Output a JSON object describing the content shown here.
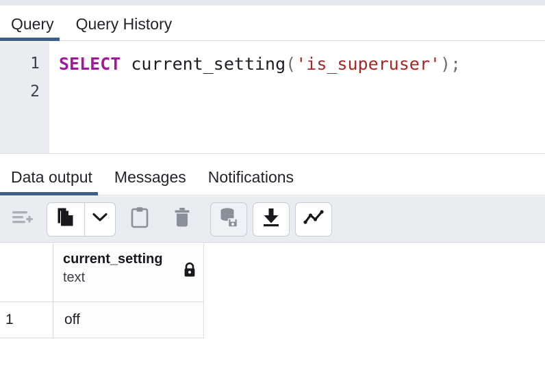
{
  "query_tabs": [
    {
      "label": "Query",
      "active": true
    },
    {
      "label": "Query History",
      "active": false
    }
  ],
  "editor": {
    "gutter": [
      "1",
      "2"
    ],
    "line1": {
      "keyword": "SELECT",
      "space": " ",
      "function": "current_setting",
      "open_paren": "(",
      "string": "'is_superuser'",
      "close_paren": ")",
      "semicolon": ";"
    },
    "line2": ""
  },
  "output_tabs": [
    {
      "label": "Data output",
      "active": true
    },
    {
      "label": "Messages",
      "active": false
    },
    {
      "label": "Notifications",
      "active": false
    }
  ],
  "toolbar": {
    "add_row_icon": "add-row-icon",
    "copy_icon": "copy-icon",
    "copy_options_icon": "chevron-down-icon",
    "paste_icon": "paste-icon",
    "delete_icon": "trash-icon",
    "save_data_changes_icon": "database-save-icon",
    "download_icon": "download-icon",
    "graph_visualiser_icon": "line-chart-icon"
  },
  "grid": {
    "columns": [
      {
        "name": "current_setting",
        "type": "text",
        "locked": true
      }
    ],
    "rows": [
      {
        "num": "1",
        "values": [
          "off"
        ]
      }
    ]
  },
  "colors": {
    "accent": "#3d5f8a",
    "keyword": "#a0189b",
    "string": "#a52725",
    "toolbar_bg": "#e9ecf1",
    "gutter_bg": "#e9edf1"
  }
}
